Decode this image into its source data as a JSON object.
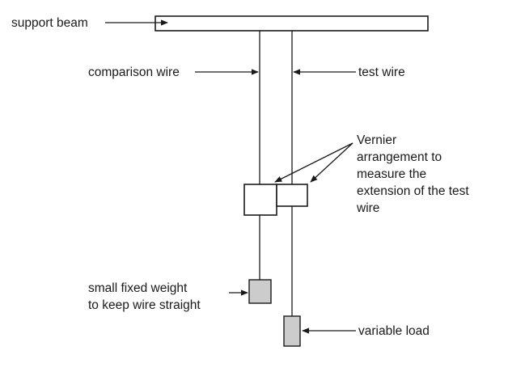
{
  "labels": {
    "support_beam": "support beam",
    "comparison_wire": "comparison wire",
    "test_wire": "test wire",
    "vernier_lines": [
      "Vernier",
      "arrangement to",
      "measure the",
      "extension of the test",
      "wire"
    ],
    "small_weight_lines": [
      "small fixed weight",
      "to keep wire straight"
    ],
    "variable_load": "variable load"
  },
  "colors": {
    "line": "#1a1a1a",
    "weight_fill": "#cccccc",
    "background": "#ffffff"
  }
}
